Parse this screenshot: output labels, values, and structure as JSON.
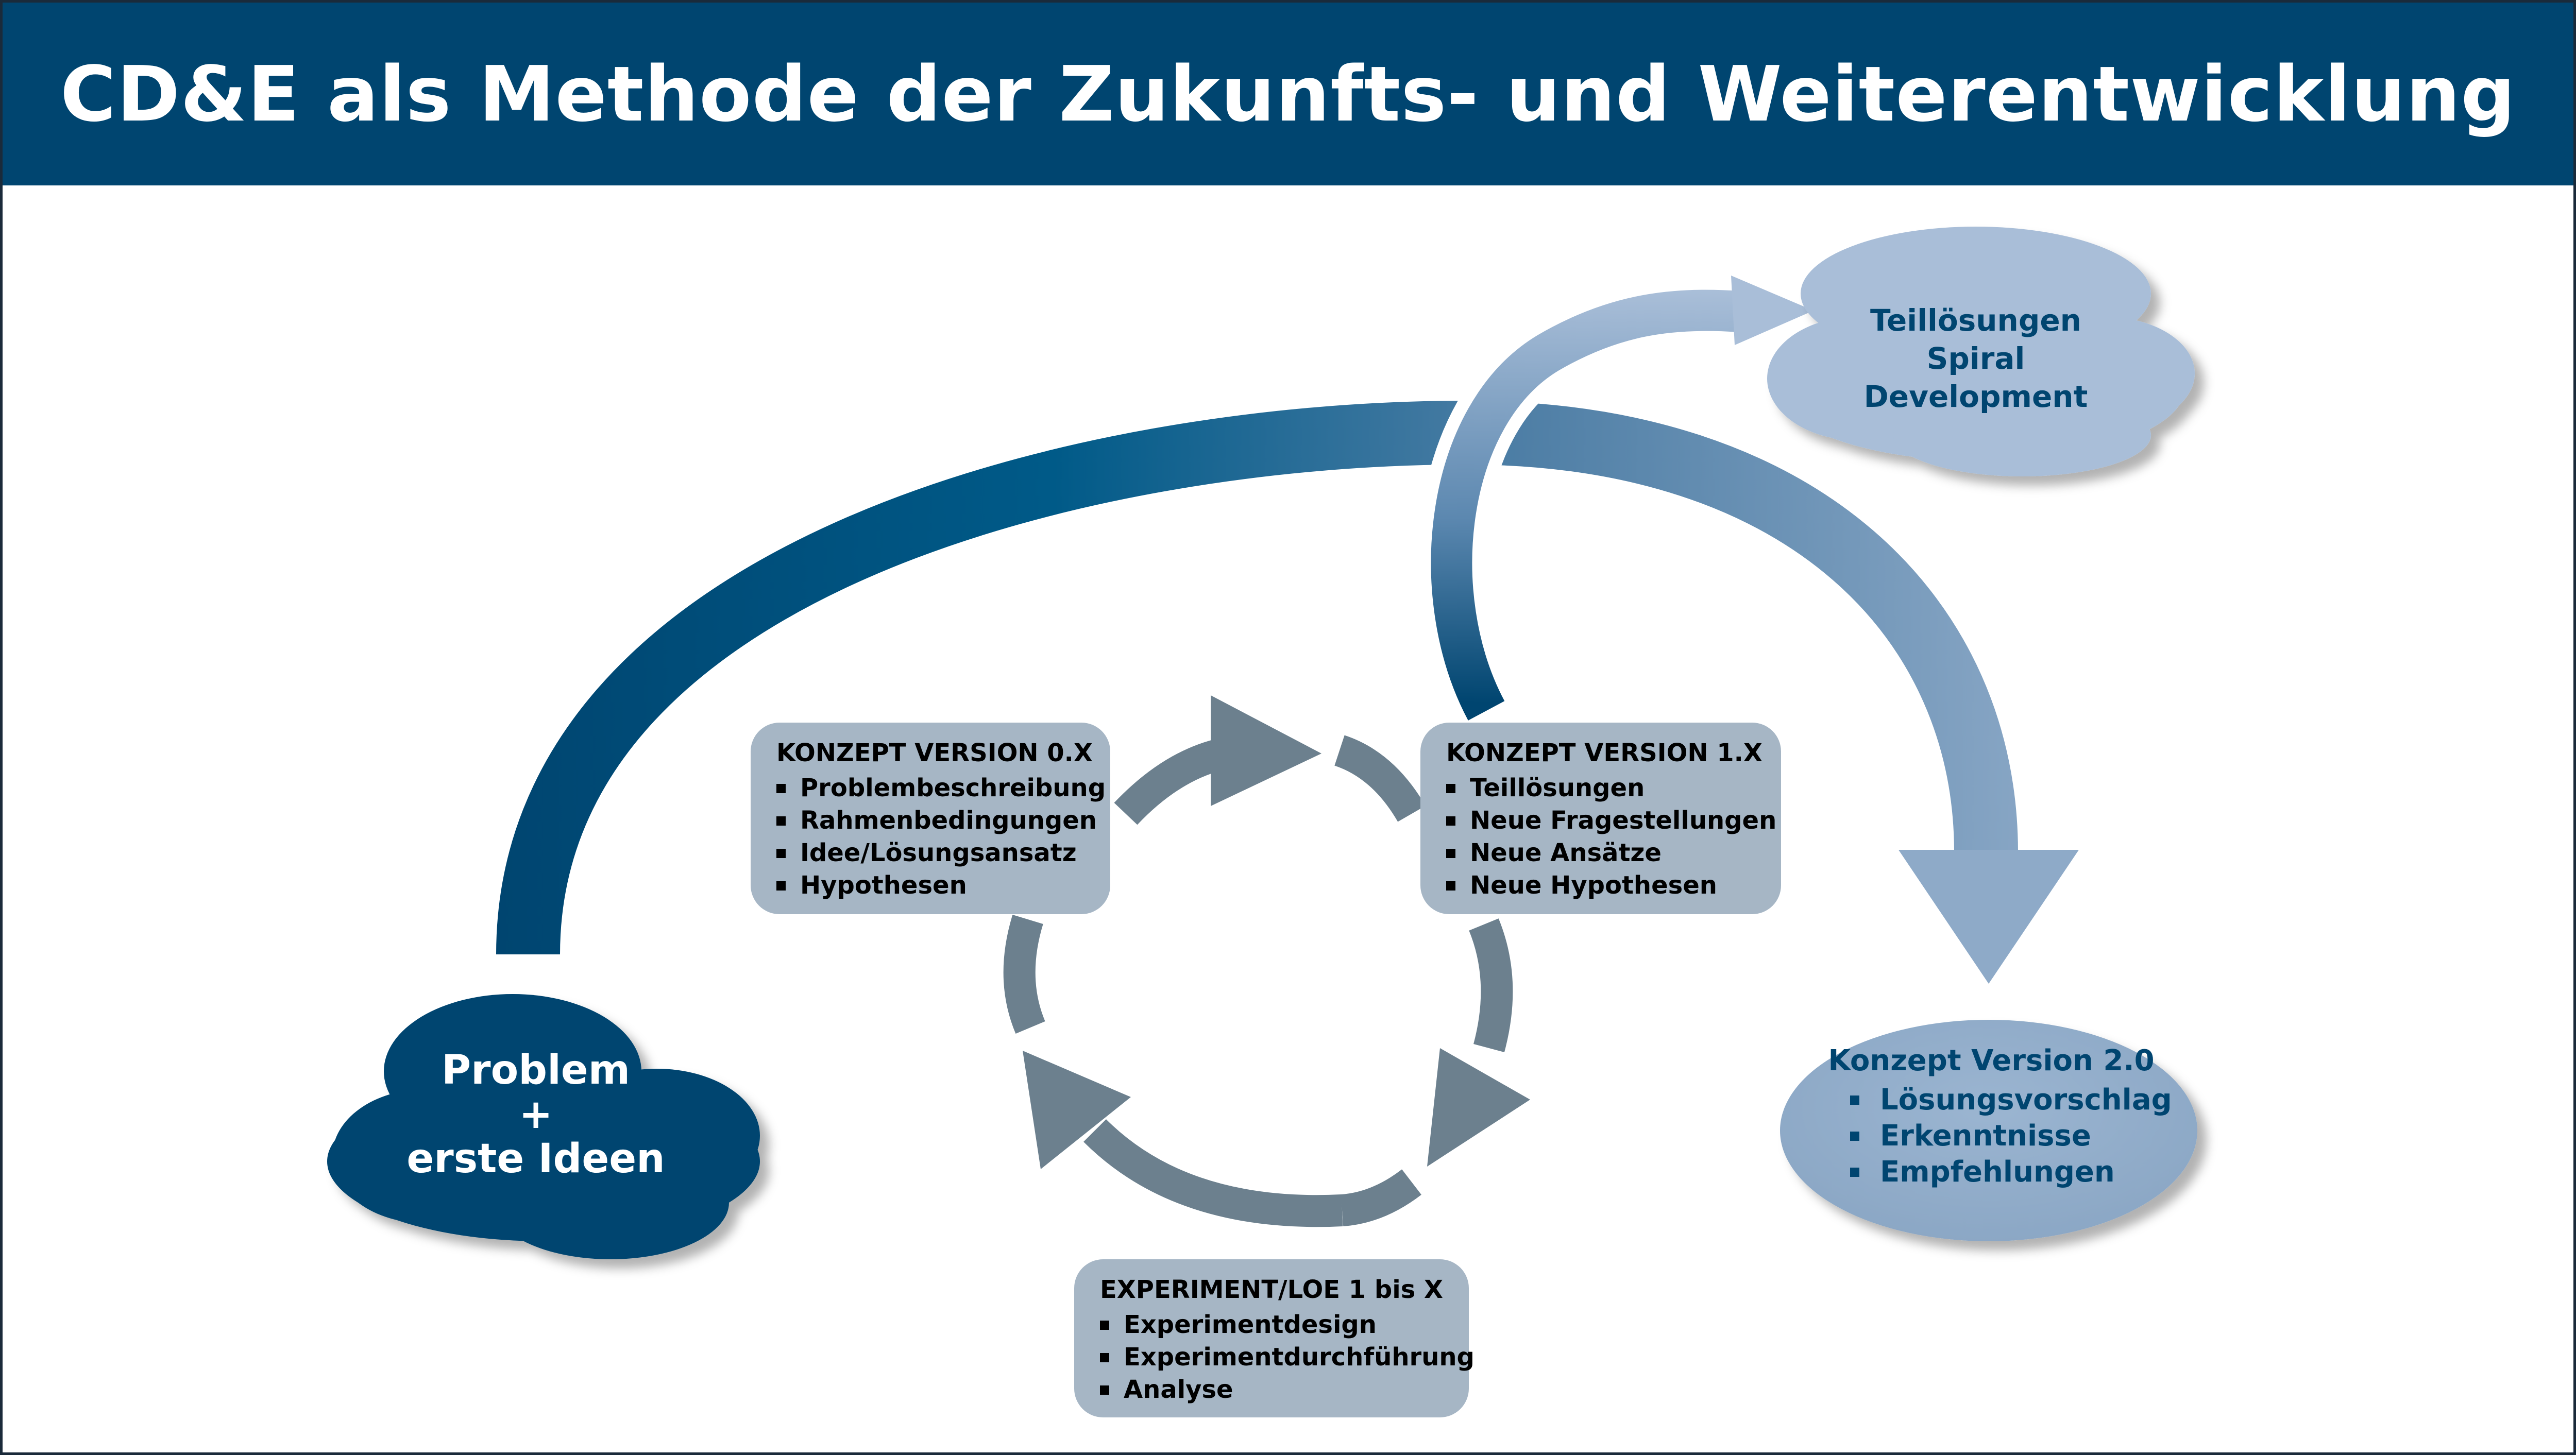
{
  "title": "CD&E als Methode der Zukunfts- und Weiterentwicklung",
  "colors": {
    "banner": "#004570",
    "dark_blue": "#004570",
    "mid_blue": "#005a88",
    "light_blue": "#8eaac8",
    "cloud_light": "#a9bed8",
    "ellipse": "#8eaac8",
    "box_grey": "#a6b6c5",
    "cycle_grey": "#6c808e"
  },
  "start_cloud": {
    "lines": [
      "Problem",
      "+",
      "erste Ideen"
    ]
  },
  "top_cloud": {
    "lines": [
      "Teillösungen",
      "Spiral",
      "Development"
    ]
  },
  "concept_v0": {
    "title": "KONZEPT VERSION 0.X",
    "items": [
      "Problembeschreibung",
      "Rahmenbedingungen",
      "Idee/Lösungsansatz",
      "Hypothesen"
    ]
  },
  "concept_v1": {
    "title": "KONZEPT VERSION 1.X",
    "items": [
      "Teillösungen",
      "Neue Fragestellungen",
      "Neue Ansätze",
      "Neue Hypothesen"
    ]
  },
  "experiment": {
    "title": "EXPERIMENT/LOE 1 bis X",
    "items": [
      "Experimentdesign",
      "Experimentdurchführung",
      "Analyse"
    ]
  },
  "concept_v2": {
    "title": "Konzept Version 2.0",
    "items": [
      "Lösungsvorschlag",
      "Erkenntnisse",
      "Empfehlungen"
    ]
  }
}
